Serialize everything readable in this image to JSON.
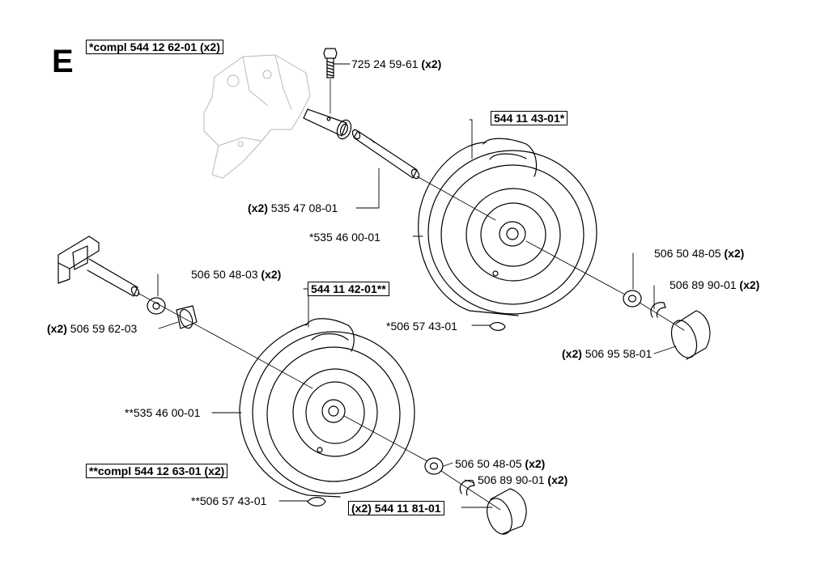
{
  "section_letter": "E",
  "labels": {
    "compl1": "*compl 544 12 62-01 (x2)",
    "bolt_num": "725 24 59-61",
    "bolt_qty": "(x2)",
    "wheel1_asm": "544 11 43-01*",
    "axle_qty": "(x2)",
    "axle_num": "535 47 08-01",
    "tire1": "*535 46 00-01",
    "washer_tr_num": "506 50 48-05",
    "washer_tr_qty": "(x2)",
    "clip_tr_num": "506 89 90-01",
    "clip_tr_qty": "(x2)",
    "washer_l_num": "506 50 48-03",
    "washer_l_qty": "(x2)",
    "wheel2_asm": "544 11 42-01**",
    "bushing_qty": "(x2)",
    "bushing_num": "506 59 62-03",
    "valve1": "*506 57 43-01",
    "cap1_qty": "(x2)",
    "cap1_num": "506 95 58-01",
    "tire2": "**535 46 00-01",
    "compl2": "**compl 544 12 63-01 (x2)",
    "washer_br_num": "506 50 48-05",
    "washer_br_qty": "(x2)",
    "clip_br_num": "506 89 90-01",
    "clip_br_qty": "(x2)",
    "valve2": "**506 57 43-01",
    "cap2": "(x2) 544 11 81-01"
  }
}
